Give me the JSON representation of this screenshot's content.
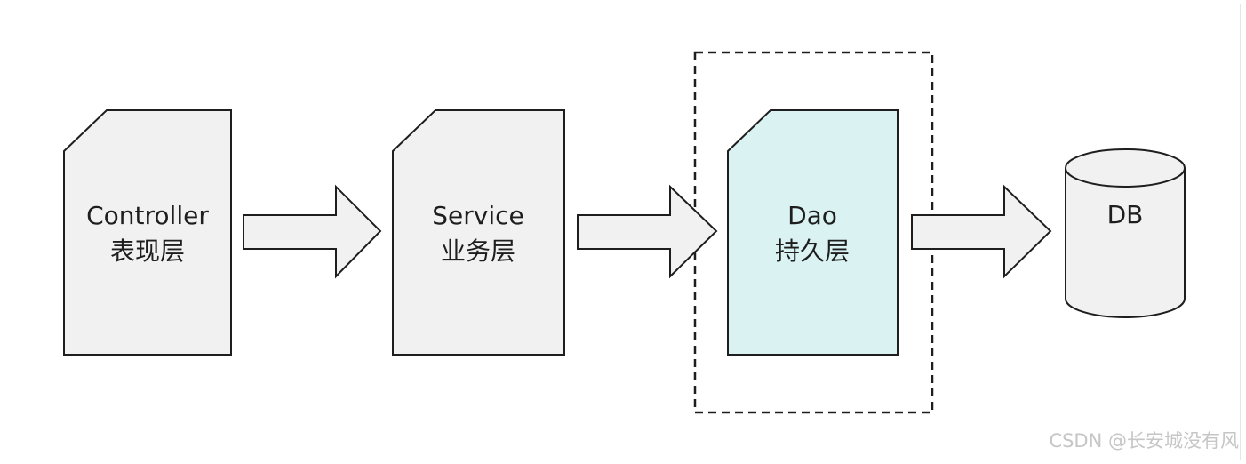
{
  "diagram": {
    "nodes": [
      {
        "id": "controller",
        "label_en": "Controller",
        "label_zh": "表现层",
        "fill": "#f1f1f1"
      },
      {
        "id": "service",
        "label_en": "Service",
        "label_zh": "业务层",
        "fill": "#f1f1f1"
      },
      {
        "id": "dao",
        "label_en": "Dao",
        "label_zh": "持久层",
        "fill": "#daf2f2",
        "highlighted": true
      },
      {
        "id": "db",
        "label": "DB",
        "shape": "cylinder",
        "fill": "#f1f1f1"
      }
    ],
    "edges": [
      {
        "from": "controller",
        "to": "service"
      },
      {
        "from": "service",
        "to": "dao"
      },
      {
        "from": "dao",
        "to": "db"
      }
    ],
    "stroke_color": "#1e1e1e",
    "arrow_fill": "#f1f1f1"
  },
  "watermark": "CSDN @长安城没有风"
}
